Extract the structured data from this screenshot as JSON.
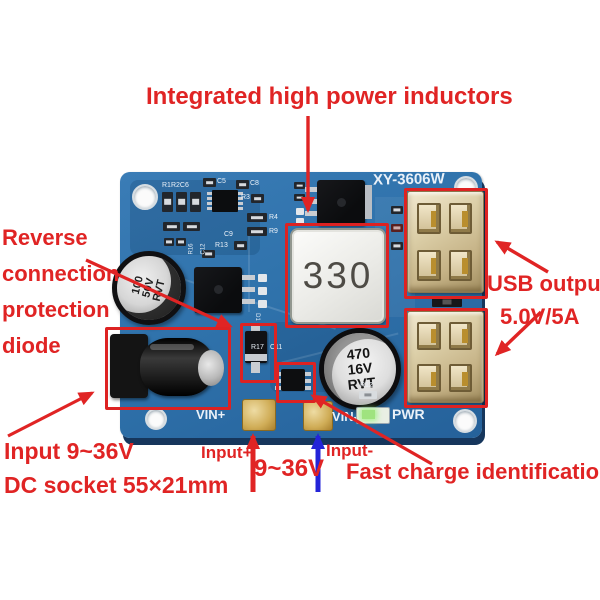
{
  "colors": {
    "annotation_red": "#e02424",
    "arrow_blue": "#2424d8",
    "pcb_blue": "#2f72ab",
    "usb_metal": "#d6c49b",
    "inductor_body": "#ececE8"
  },
  "annotations": {
    "inductor_label": "Integrated high power inductors",
    "reverse_lines": [
      "Reverse",
      "connection",
      "protection",
      "diode"
    ],
    "usb_lines": [
      "USB output",
      "5.0V/5A"
    ],
    "input_lines": [
      "Input 9~36V",
      "DC socket 55×21mm"
    ],
    "fast_charge_label": "Fast charge identification",
    "input_plus_label": "Input+",
    "input_minus_label": "Input-",
    "input_range_label": "9~36V"
  },
  "board": {
    "model": "XY-3606W",
    "inductor_value": "330",
    "input_cap_lines": [
      "100",
      "50V",
      "RVT"
    ],
    "output_cap_lines": [
      "470",
      "16V",
      "RVT"
    ],
    "silkscreen": {
      "cluster1": "R1R2C6",
      "c5": "C5",
      "c8": "C8",
      "r3": "R3",
      "r4": "R4",
      "r9": "R9",
      "c9": "C9",
      "r13": "R13",
      "r16": "R16",
      "c12": "C12",
      "r17": "R17",
      "c11": "C11",
      "r12": "R12",
      "d1": "D1",
      "vin_plus": "VIN+",
      "vin_minus": "VIN-",
      "pwr": "PWR"
    }
  }
}
